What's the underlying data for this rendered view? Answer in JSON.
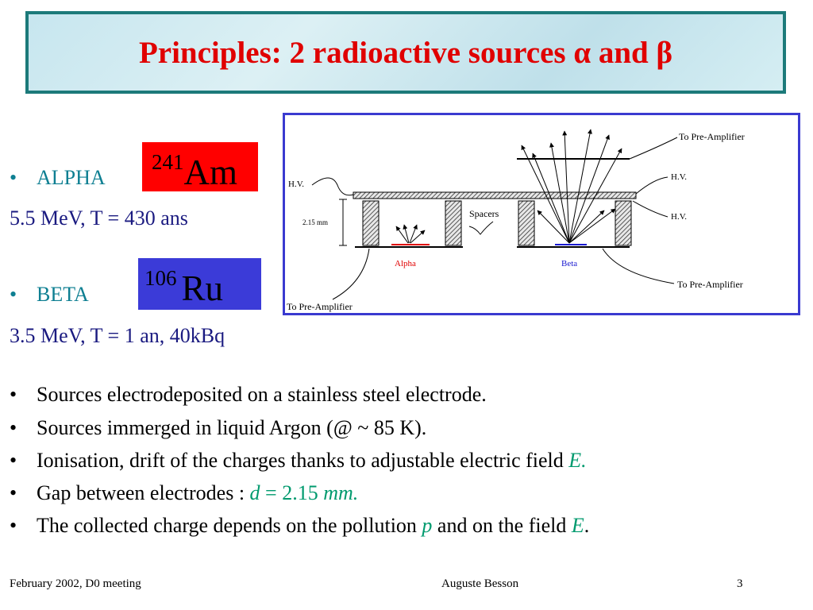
{
  "slide": {
    "title": "Principles: 2 radioactive sources α and β",
    "alpha": {
      "label": "ALPHA",
      "mass": "241",
      "symbol": "Am",
      "box_color": "#ff0000",
      "detail": "5.5 MeV, T = 430 ans"
    },
    "beta": {
      "label": "BETA",
      "mass": "106",
      "symbol": "Ru",
      "box_color": "#3b3bd8",
      "detail": "3.5 MeV, T = 1 an, 40kBq"
    },
    "bullets": {
      "b1": "Sources electrodeposited on a stainless steel electrode.",
      "b2": "Sources immerged in liquid Argon (@ ~ 85 K).",
      "b3_text": "Ionisation, drift of the charges thanks to adjustable electric field ",
      "b3_field": "E.",
      "b4_text": "Gap between electrodes : ",
      "b4_var": "d",
      "b4_eq": " = 2.15 ",
      "b4_unit": "mm.",
      "b5_text": "The collected charge depends on the pollution ",
      "b5_var": "p",
      "b5_mid": " and on the field ",
      "b5_field": "E",
      "b5_end": "."
    },
    "bullet_symbol": "•",
    "footer": {
      "left": "February 2002, D0 meeting",
      "center": "Auguste Besson",
      "page": "3"
    }
  },
  "diagram": {
    "label_to_preamp_top": "To Pre-Amplifier",
    "label_hv_left": "H.V.",
    "label_hv_right_top": "H.V.",
    "label_hv_right_bottom": "H.V.",
    "label_gap": "2.15 mm",
    "label_spacers": "Spacers",
    "label_alpha": "Alpha",
    "label_beta": "Beta",
    "label_to_preamp_right": "To Pre-Amplifier",
    "label_to_preamp_bottom_left": "To Pre-Amplifier",
    "colors": {
      "alpha": "#e00000",
      "beta": "#1a1ad0"
    }
  }
}
